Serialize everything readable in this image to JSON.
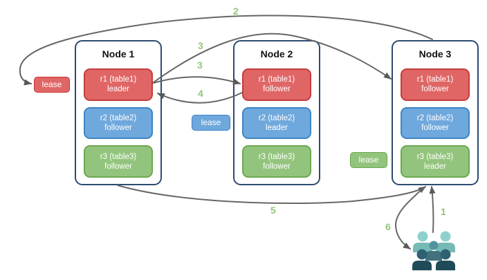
{
  "palette": {
    "red_fill": "#e06666",
    "red_border": "#c43c3c",
    "blue_fill": "#6fa8dc",
    "blue_border": "#3d85c6",
    "green_fill": "#93c47d",
    "green_border": "#6aa84f",
    "node_border": "#2b4a70",
    "arrow_color": "#666666",
    "arrowhead_color": "#595959",
    "step_number_color": "#93c47d"
  },
  "nodes": [
    {
      "title": "Node 1",
      "replicas": [
        {
          "name": "r1 (table1)",
          "role": "leader",
          "color": "#e06666"
        },
        {
          "name": "r2 (table2)",
          "role": "follower",
          "color": "#6fa8dc"
        },
        {
          "name": "r3 (table3)",
          "role": "follower",
          "color": "#93c47d"
        }
      ]
    },
    {
      "title": "Node 2",
      "replicas": [
        {
          "name": "r1 (table1)",
          "role": "follower",
          "color": "#e06666"
        },
        {
          "name": "r2 (table2)",
          "role": "leader",
          "color": "#6fa8dc"
        },
        {
          "name": "r3 (table3)",
          "role": "follower",
          "color": "#93c47d"
        }
      ]
    },
    {
      "title": "Node 3",
      "replicas": [
        {
          "name": "r1 (table1)",
          "role": "follower",
          "color": "#e06666"
        },
        {
          "name": "r2 (table2)",
          "role": "follower",
          "color": "#6fa8dc"
        },
        {
          "name": "r3 (table3)",
          "role": "leader",
          "color": "#93c47d"
        }
      ]
    }
  ],
  "leases": [
    {
      "label": "lease",
      "table": "table1",
      "color": "#e06666"
    },
    {
      "label": "lease",
      "table": "table2",
      "color": "#6fa8dc"
    },
    {
      "label": "lease",
      "table": "table3",
      "color": "#93c47d"
    }
  ],
  "step_labels": {
    "s1": "1",
    "s2": "2",
    "s3_to_node3": "3",
    "s3_to_node2": "3",
    "s4": "4",
    "s5": "5",
    "s6": "6"
  },
  "icons": {
    "user_group": "user-group"
  }
}
